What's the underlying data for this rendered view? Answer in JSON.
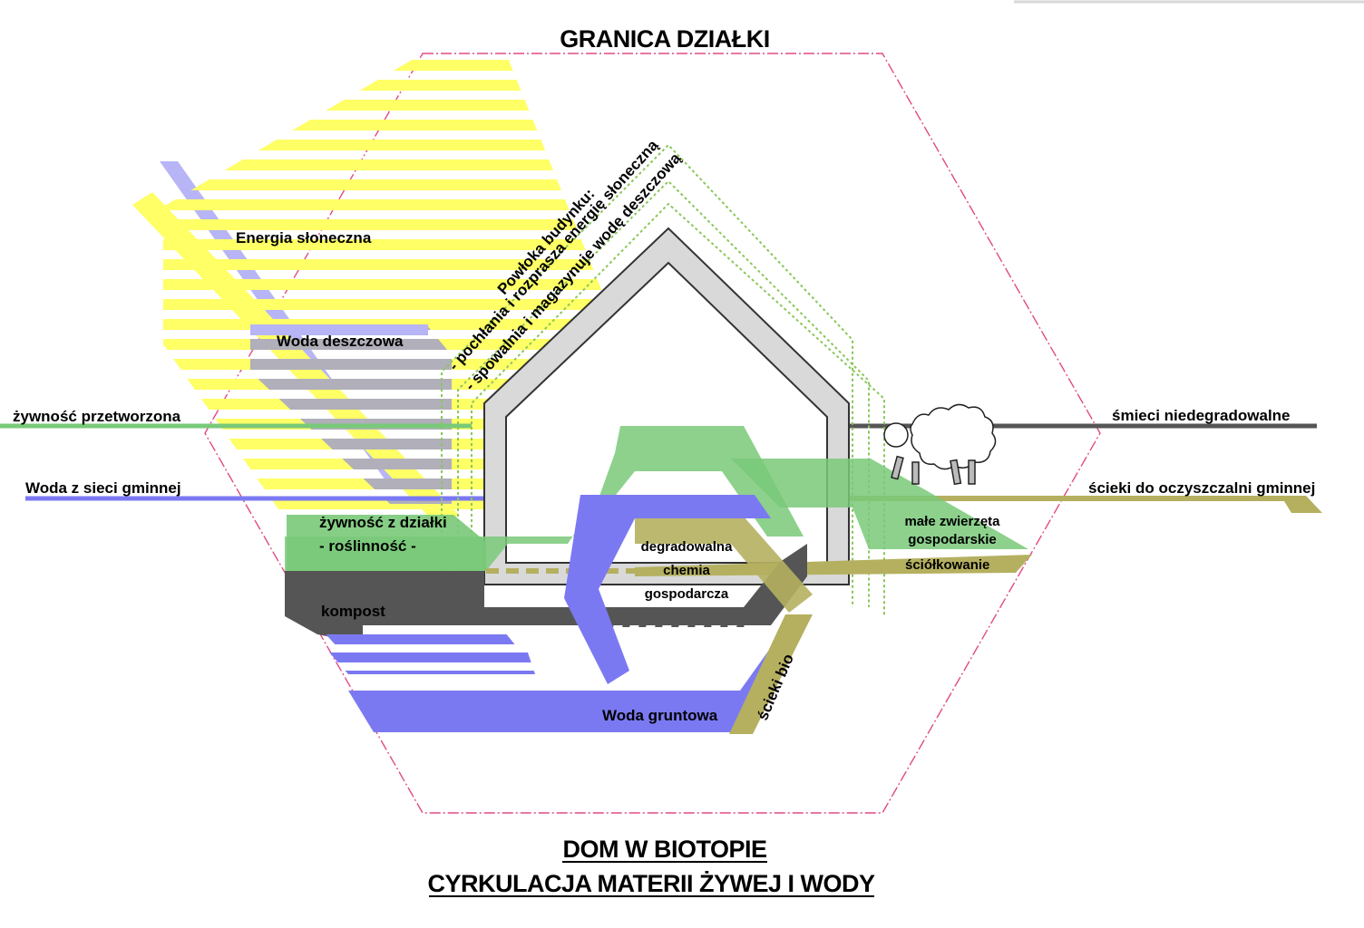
{
  "titles": {
    "top": "GRANICA DZIAŁKI",
    "bottom_line1": "DOM W BIOTOPIE",
    "bottom_line2": "CYRKULACJA MATERII ŻYWEJ I WODY"
  },
  "labels": {
    "energia": "Energia słoneczna",
    "woda_deszczowa": "Woda deszczowa",
    "zywnosc_przetworzona": "żywność przetworzona",
    "woda_sieci": "Woda z sieci gminnej",
    "smieci": "śmieci niedegradowalne",
    "scieki_oczyszczalni": "ścieki do oczyszczalni gminnej",
    "zywnosc_dzialki_1": "żywność z działki",
    "zywnosc_dzialki_2": "- roślinność -",
    "kompost": "kompost",
    "degradowalna_1": "degradowalna",
    "degradowalna_2": "chemia",
    "degradowalna_3": "gospodarcza",
    "male_zwierzeta_1": "małe zwierzęta",
    "male_zwierzeta_2": "gospodarskie",
    "sciolkowanie": "ściółkowanie",
    "woda_gruntowa": "Woda gruntowa",
    "scieki_bio": "ścieki bio",
    "powloka_1": "Powłoka budynku:",
    "powloka_2": "- pochłania i rozprasza energię słoneczną",
    "powloka_3": "- spowalnia i magazynuje wodę deszczową"
  },
  "colors": {
    "solar": "#ffff66",
    "water": "#7b79f2",
    "food": "#79c979",
    "waste": "#555555",
    "sewage": "#b5b060",
    "envelope": "#8ac75a",
    "boundary": "#e04a86",
    "house": "#d9d9d9"
  }
}
